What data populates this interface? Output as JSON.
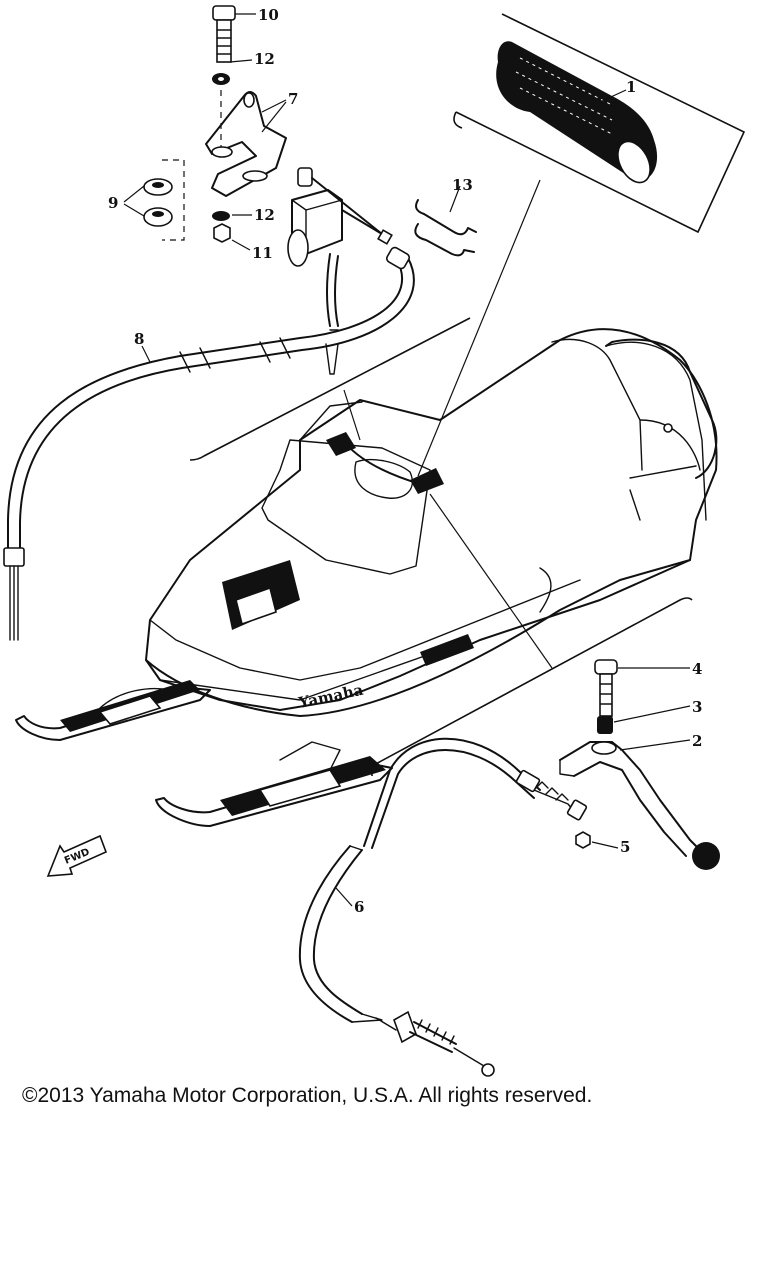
{
  "diagram": {
    "callouts": [
      {
        "id": "1",
        "label": "1"
      },
      {
        "id": "2",
        "label": "2"
      },
      {
        "id": "3",
        "label": "3"
      },
      {
        "id": "4",
        "label": "4"
      },
      {
        "id": "5",
        "label": "5"
      },
      {
        "id": "6",
        "label": "6"
      },
      {
        "id": "7",
        "label": "7"
      },
      {
        "id": "8",
        "label": "8"
      },
      {
        "id": "9",
        "label": "9"
      },
      {
        "id": "10",
        "label": "10"
      },
      {
        "id": "11",
        "label": "11"
      },
      {
        "id": "12a",
        "label": "12"
      },
      {
        "id": "12b",
        "label": "12"
      },
      {
        "id": "13",
        "label": "13"
      }
    ],
    "fwd_label": "FWD",
    "brand_label": "Yamaha"
  },
  "footer": {
    "copyright": "©2013 Yamaha Motor Corporation, U.S.A. All rights reserved."
  }
}
